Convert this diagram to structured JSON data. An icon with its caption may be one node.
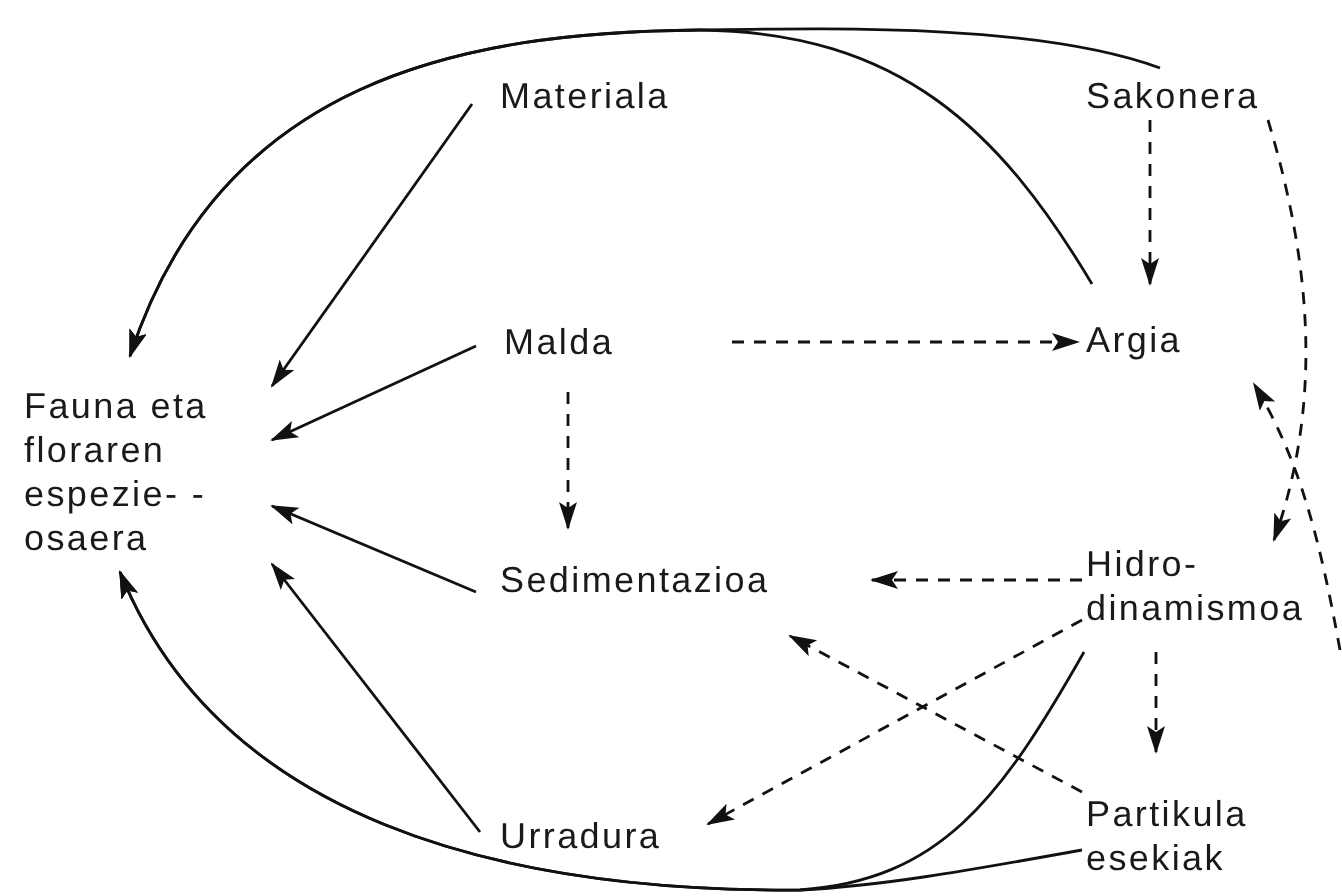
{
  "diagram": {
    "nodes": [
      {
        "text": [
          "Fauna eta floraren espezie- -osaera"
        ]
      },
      {
        "text": [
          "Materiala"
        ]
      },
      {
        "text": [
          "Sakonera"
        ]
      },
      {
        "text": [
          "Malda"
        ]
      },
      {
        "text": [
          "Argia"
        ]
      },
      {
        "text": [
          "Sedimentazioa"
        ]
      },
      {
        "text": [
          "Hidro- dinamismoa"
        ]
      },
      {
        "text": [
          "Urradura"
        ]
      },
      {
        "text": [
          "Partikula esekiak"
        ]
      }
    ],
    "edges": [
      {
        "from": 2,
        "to": 0,
        "arrow": "to"
      },
      {
        "from": 4,
        "to": 0,
        "arrow": "to"
      },
      {
        "from": 1,
        "to": 0,
        "arrow": "to"
      },
      {
        "from": 3,
        "to": 0,
        "arrow": "to"
      },
      {
        "from": 5,
        "to": 0,
        "arrow": "to"
      },
      {
        "from": 7,
        "to": 0,
        "arrow": "to"
      },
      {
        "from": 6,
        "to": 0,
        "arrow": "to"
      },
      {
        "from": 8,
        "to": 0,
        "arrow": "to"
      },
      {
        "from": 3,
        "to": 4,
        "arrow": "to",
        "style": "dashed"
      },
      {
        "from": 3,
        "to": 5,
        "arrow": "to",
        "style": "dashed"
      },
      {
        "from": 2,
        "to": 4,
        "arrow": "to",
        "style": "dashed"
      },
      {
        "from": 2,
        "to": 6,
        "arrow": "to",
        "style": "dashed"
      },
      {
        "from": null,
        "to": 4,
        "arrow": "to",
        "style": "dashed"
      },
      {
        "from": 6,
        "to": 5,
        "arrow": "to",
        "style": "dashed"
      },
      {
        "from": 6,
        "to": 7,
        "arrow": "to",
        "style": "dashed"
      },
      {
        "from": 8,
        "to": 5,
        "arrow": "to",
        "style": "dashed"
      },
      {
        "from": 6,
        "to": 8,
        "arrow": "to",
        "style": "dashed"
      }
    ]
  }
}
